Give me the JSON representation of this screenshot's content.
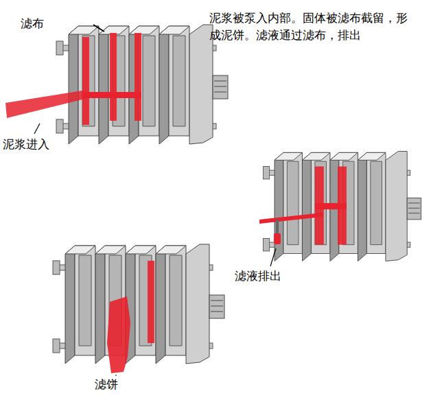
{
  "diagram": {
    "labels": [
      "滤布",
      "泥浆被泵入内部。固体被滤布截留，形成泥饼。滤液通过滤布，排出",
      "泥浆进入",
      "滤液排出",
      "滤饼"
    ]
  }
}
